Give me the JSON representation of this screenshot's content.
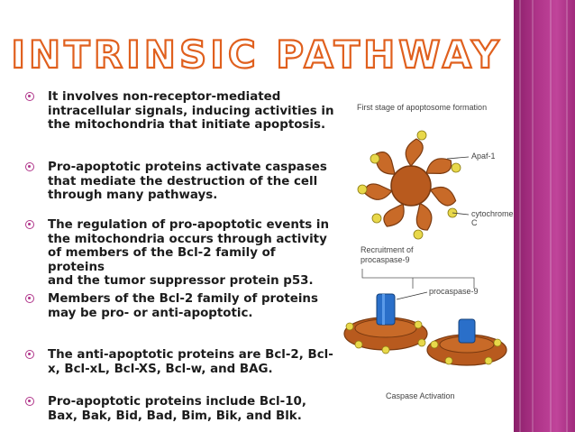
{
  "slide": {
    "title": "Intrinsic Pathway",
    "bullets": [
      {
        "lines": [
          "It involves non-receptor-mediated",
          "intracellular signals, inducing activities in",
          "the mitochondria that initiate apoptosis."
        ]
      },
      {
        "lines": [
          "Pro-apoptotic proteins activate caspases",
          "that mediate the destruction of the cell",
          "through many pathways."
        ]
      },
      {
        "lines": [
          " The regulation of pro-apoptotic events in",
          "the mitochondria occurs through activity",
          "of members of the Bcl-2 family of proteins",
          "and the tumor suppressor protein p53."
        ]
      },
      {
        "lines": [
          " Members of the Bcl-2 family of proteins",
          "may be pro- or anti-apoptotic."
        ]
      },
      {
        "lines": [
          "The anti-apoptotic proteins are Bcl-2, Bcl-",
          "x, Bcl-xL, Bcl-XS, Bcl-w, and BAG."
        ]
      },
      {
        "lines": [
          "Pro-apoptotic proteins include Bcl-10,",
          "Bax, Bak, Bid, Bad, Bim, Bik, and Blk."
        ]
      }
    ]
  },
  "figure": {
    "caption_top": "First stage of apoptosome formation",
    "label_apaf": "Apaf-1",
    "label_cyto": "cytochrome C",
    "label_recruit_1": "Recruitment of",
    "label_recruit_2": "procaspase-9",
    "label_procasp": "procaspase-9",
    "caption_bottom": "Caspase Activation"
  },
  "colors": {
    "accent": "#b0358a",
    "title_stroke": "#e0601e",
    "protein": "#b85a1e",
    "cyto": "#e8d84a",
    "caspase": "#2a6fc9"
  }
}
